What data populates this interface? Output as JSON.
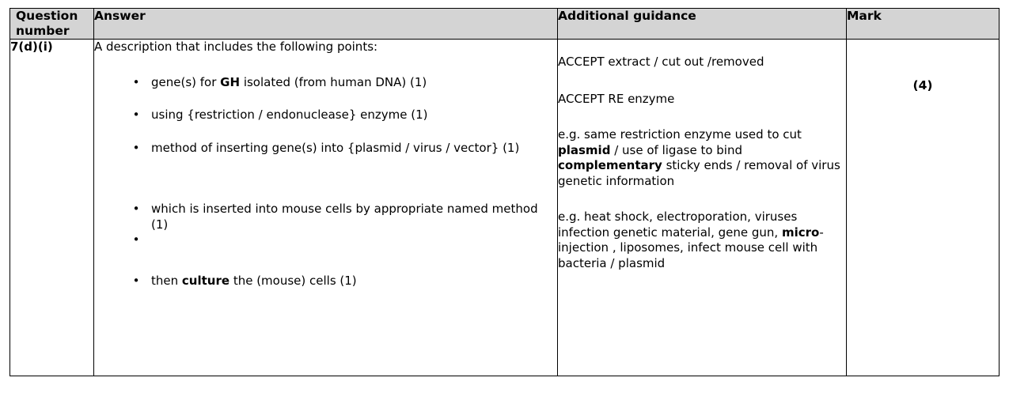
{
  "table": {
    "headers": {
      "question_number": "Question number",
      "answer": "Answer",
      "additional_guidance": "Additional guidance",
      "mark": "Mark"
    },
    "row": {
      "question_number": "7(d)(i)",
      "answer": {
        "intro": "A description that includes the following points:",
        "bullet_marker": "•",
        "points": [
          {
            "before_bold": "gene(s) for  ",
            "bold": "GH",
            "after_bold": " isolated (from human DNA) (1)"
          },
          {
            "before_bold": "using {restriction / endonuclease} enzyme (1)",
            "bold": "",
            "after_bold": ""
          },
          {
            "before_bold": "method of inserting gene(s) into {plasmid / virus / vector} (1)",
            "bold": "",
            "after_bold": ""
          },
          {
            "before_bold": "which is inserted into mouse cells by appropriate named method (1)",
            "bold": "",
            "after_bold": ""
          },
          {
            "before_bold": "",
            "bold": "",
            "after_bold": ""
          },
          {
            "before_bold": "then ",
            "bold": "culture",
            "after_bold": " the  (mouse) cells (1)"
          }
        ]
      },
      "guidance": {
        "accept_extract": "ACCEPT extract / cut out /removed",
        "accept_re_enzyme": "ACCEPT RE enzyme",
        "example_restriction": {
          "part1": "e.g. same restriction enzyme used to cut ",
          "bold1": "plasmid",
          "part2": " / use of ligase to bind ",
          "bold2": "complementary",
          "part3": " sticky ends / removal of virus genetic information"
        },
        "example_methods": {
          "part1": "e.g. heat shock, electroporation, viruses infection genetic material, gene gun, ",
          "bold1": "micro",
          "part2": "-injection , liposomes, infect mouse cell with bacteria / plasmid"
        }
      },
      "mark": "(4)"
    }
  },
  "colors": {
    "header_background": "#d4d4d4",
    "border": "#000000",
    "text": "#000000",
    "page_background": "#ffffff"
  }
}
